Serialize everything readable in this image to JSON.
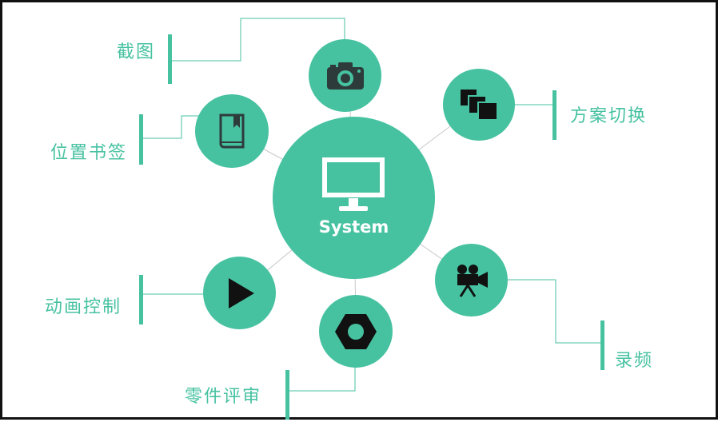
{
  "center": {
    "label": "System",
    "icon": "monitor-icon"
  },
  "features": [
    {
      "label": "截图",
      "icon": "camera-icon"
    },
    {
      "label": "位置书签",
      "icon": "bookmark-icon"
    },
    {
      "label": "动画控制",
      "icon": "play-icon"
    },
    {
      "label": "零件评审",
      "icon": "hex-nut-icon"
    },
    {
      "label": "方案切换",
      "icon": "layers-icon"
    },
    {
      "label": "录频",
      "icon": "video-camera-icon"
    }
  ],
  "colors": {
    "accent": "#47c2a1",
    "icon_dark": "#2e3b3b",
    "line": "#c8c8c8",
    "border": "#111111"
  }
}
